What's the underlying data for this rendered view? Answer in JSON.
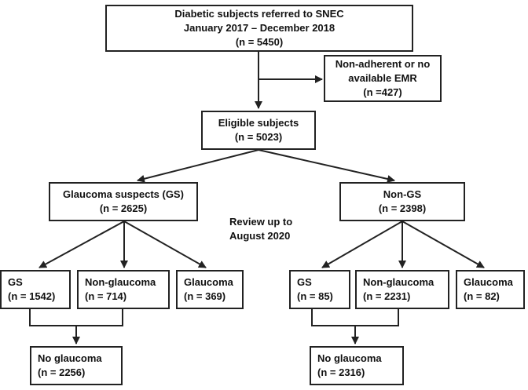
{
  "nodes": {
    "referred": {
      "lines": [
        "Diabetic subjects referred to SNEC",
        "January 2017 – December 2018",
        "(n = 5450)"
      ]
    },
    "nonadherent": {
      "lines": [
        "Non-adherent or no",
        "available  EMR",
        "(n =427)"
      ]
    },
    "eligible": {
      "lines": [
        "Eligible subjects",
        "(n = 5023)"
      ]
    },
    "gs_parent": {
      "lines": [
        "Glaucoma suspects (GS)",
        "(n = 2625)"
      ]
    },
    "nongs_parent": {
      "lines": [
        "Non-GS",
        "(n = 2398)"
      ]
    },
    "l_gs": {
      "lines": [
        "GS",
        "(n = 1542)"
      ]
    },
    "l_nonglaucoma": {
      "lines": [
        "Non-glaucoma",
        "(n = 714)"
      ]
    },
    "l_glaucoma": {
      "lines": [
        "Glaucoma",
        "(n = 369)"
      ]
    },
    "r_gs": {
      "lines": [
        "GS",
        "(n = 85)"
      ]
    },
    "r_nonglaucoma": {
      "lines": [
        "Non-glaucoma",
        "(n = 2231)"
      ]
    },
    "r_glaucoma": {
      "lines": [
        "Glaucoma",
        "(n = 82)"
      ]
    },
    "l_noglaucoma": {
      "lines": [
        "No glaucoma",
        "(n = 2256)"
      ]
    },
    "r_noglaucoma": {
      "lines": [
        "No glaucoma",
        "(n = 2316)"
      ]
    }
  },
  "review_note": {
    "lines": [
      "Review up to",
      "August 2020"
    ]
  }
}
